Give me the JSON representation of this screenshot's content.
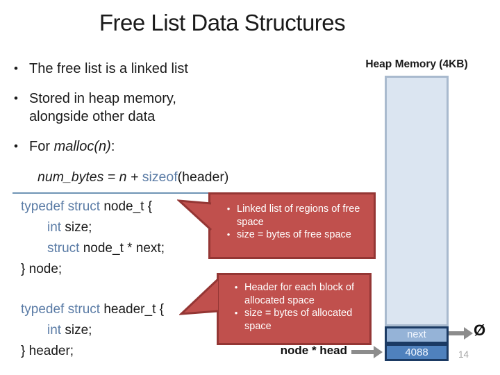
{
  "slide": {
    "title": "Free List Data Structures",
    "page_number": "14",
    "bullet_char": "•"
  },
  "bullets": [
    {
      "segments": [
        {
          "t": "The free list is a linked list"
        }
      ]
    },
    {
      "segments": [
        {
          "t": "Stored in heap memory, alongside other data"
        }
      ]
    },
    {
      "segments": [
        {
          "t": "For "
        },
        {
          "t": "malloc(n)",
          "c": "it"
        },
        {
          "t": ":"
        }
      ]
    }
  ],
  "formula": {
    "segments": [
      {
        "t": "num_bytes = n + ",
        "c": "it"
      },
      {
        "t": "sizeof",
        "c": "kw"
      },
      {
        "t": "(header)"
      }
    ]
  },
  "code_node": {
    "lines": [
      {
        "segments": [
          {
            "t": "typedef struct ",
            "c": "kw"
          },
          {
            "t": "node_t {"
          }
        ]
      },
      {
        "segments": [
          {
            "t": "int ",
            "c": "kw"
          },
          {
            "t": "size;"
          }
        ]
      },
      {
        "segments": [
          {
            "t": "struct ",
            "c": "kw"
          },
          {
            "t": "node_t * next;"
          }
        ]
      },
      {
        "segments": [
          {
            "t": "} node;"
          }
        ]
      }
    ]
  },
  "code_header": {
    "lines": [
      {
        "segments": [
          {
            "t": "typedef struct ",
            "c": "kw"
          },
          {
            "t": "header_t {"
          }
        ]
      },
      {
        "segments": [
          {
            "t": "int ",
            "c": "kw"
          },
          {
            "t": "size;"
          }
        ]
      },
      {
        "segments": [
          {
            "t": "} header;"
          }
        ]
      }
    ]
  },
  "callout_free": {
    "items": [
      "Linked list of regions of free space",
      "size = bytes of free space"
    ]
  },
  "callout_header": {
    "items": [
      "Header for each block of allocated space",
      "size = bytes of allocated space"
    ]
  },
  "heap": {
    "label": "Heap Memory (4KB)",
    "next_label": "next",
    "size_value": "4088",
    "head_label": "node * head",
    "null_symbol": "Ø"
  },
  "colors": {
    "callout_fill": "#c0504d",
    "callout_border": "#943634",
    "heap_fill": "#dbe5f1",
    "heap_border": "#a9bace",
    "next_fill": "#95b3d7",
    "size_fill": "#4f81bd",
    "mem_border": "#1b3a63",
    "keyword_blue": "#5b7ca6",
    "arrow_gray": "#8c8c8c",
    "divider_blue": "#6f94b5"
  }
}
